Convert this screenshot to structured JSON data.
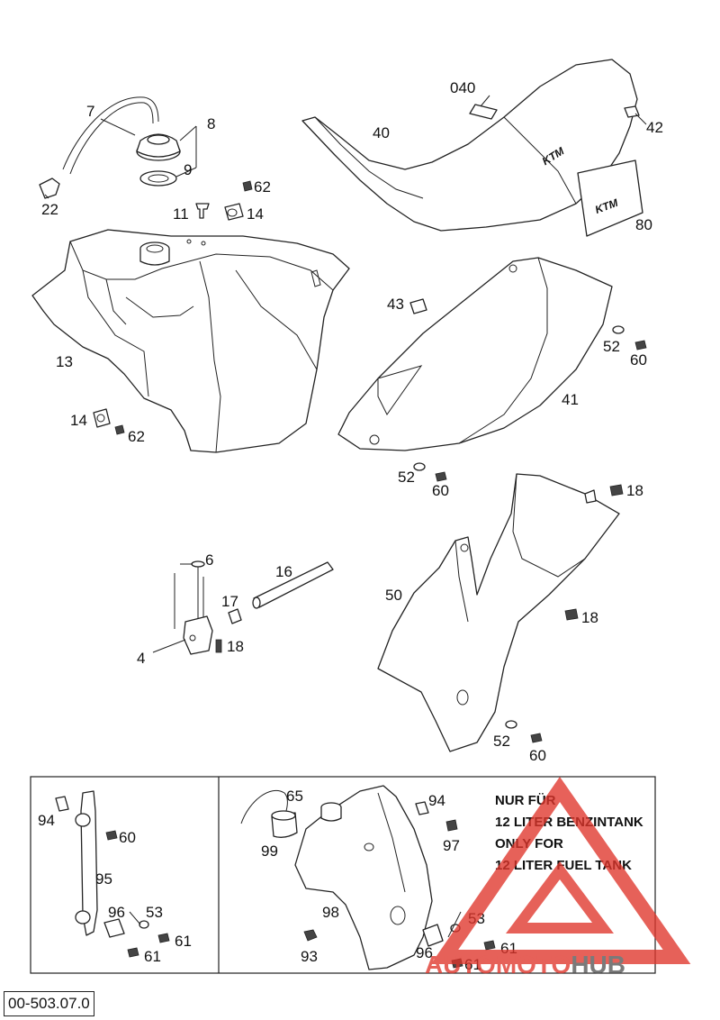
{
  "callouts": {
    "c7": "7",
    "c8": "8",
    "c9": "9",
    "c22": "22",
    "c62a": "62",
    "c11": "11",
    "c14a": "14",
    "c040": "040",
    "c40": "40",
    "c42": "42",
    "c80": "80",
    "c13": "13",
    "c14b": "14",
    "c62b": "62",
    "c43": "43",
    "c52a": "52",
    "c60a": "60",
    "c41": "41",
    "c52b": "52",
    "c60b": "60",
    "c6": "6",
    "c16": "16",
    "c17": "17",
    "c18a": "18",
    "c4": "4",
    "c18b": "18",
    "c50": "50",
    "c18c": "18",
    "c52c": "52",
    "c60c": "60",
    "c94a": "94",
    "c60d": "60",
    "c95": "95",
    "c96a": "96",
    "c53a": "53",
    "c61a": "61",
    "c61b": "61",
    "c65": "65",
    "c99": "99",
    "c98": "98",
    "c93": "93",
    "c94b": "94",
    "c97": "97",
    "c53b": "53",
    "c96b": "96",
    "c61c": "61",
    "c61d": "61"
  },
  "note": {
    "line1": "NUR FÜR",
    "line2": "12 LITER BENZINTANK",
    "line3": "ONLY FOR",
    "line4": "12 LITER FUEL TANK"
  },
  "seat_logo": "KTM",
  "diagram_number": "00-503.07.0",
  "watermark": {
    "part1": "AUTO",
    "part2": "MOTO",
    "part3": "HUB",
    "color_red": "#e0352b",
    "color_dark": "#555555"
  }
}
